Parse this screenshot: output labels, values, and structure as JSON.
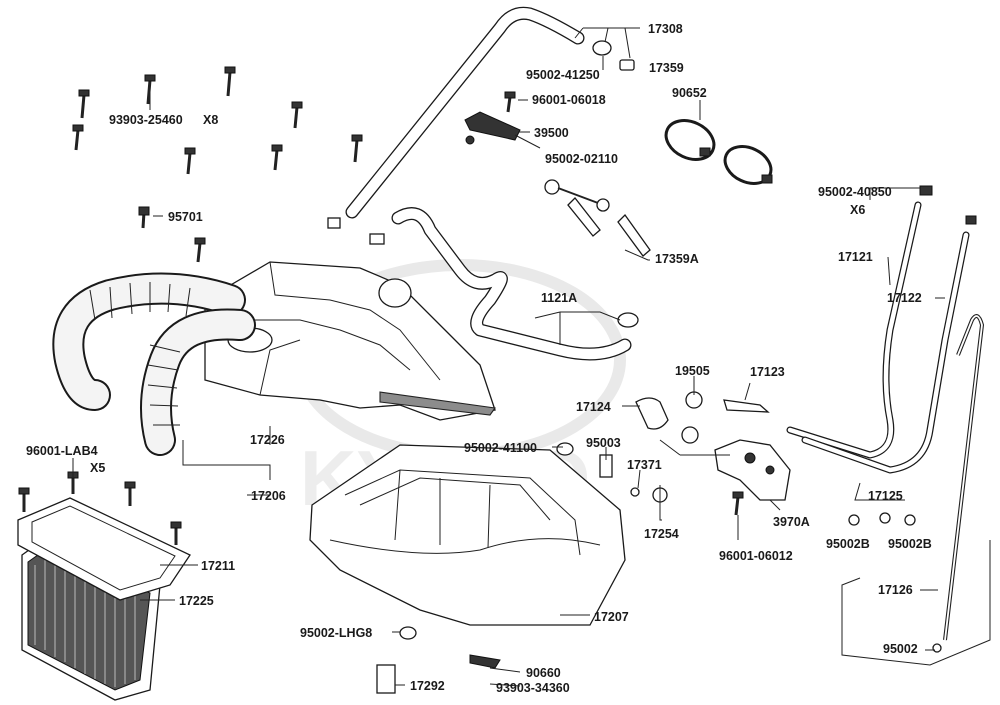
{
  "watermark": "KYMCO",
  "labels": [
    {
      "id": "17308",
      "text": "17308"
    },
    {
      "id": "95002-41250",
      "text": "95002-41250"
    },
    {
      "id": "17359",
      "text": "17359"
    },
    {
      "id": "96001-06018",
      "text": "96001-06018"
    },
    {
      "id": "90652",
      "text": "90652"
    },
    {
      "id": "39500",
      "text": "39500"
    },
    {
      "id": "95002-02110",
      "text": "95002-02110"
    },
    {
      "id": "93903-25460",
      "text": "93903-25460"
    },
    {
      "id": "x8",
      "text": "X8"
    },
    {
      "id": "95002-40850",
      "text": "95002-40850"
    },
    {
      "id": "x6",
      "text": "X6"
    },
    {
      "id": "95701",
      "text": "95701"
    },
    {
      "id": "17359A",
      "text": "17359A"
    },
    {
      "id": "17121",
      "text": "17121"
    },
    {
      "id": "1121A",
      "text": "1121A"
    },
    {
      "id": "17122",
      "text": "17122"
    },
    {
      "id": "19505",
      "text": "19505"
    },
    {
      "id": "17123",
      "text": "17123"
    },
    {
      "id": "17124",
      "text": "17124"
    },
    {
      "id": "17226",
      "text": "17226"
    },
    {
      "id": "96001-LAB4",
      "text": "96001-LAB4"
    },
    {
      "id": "x5",
      "text": "X5"
    },
    {
      "id": "95002-41100",
      "text": "95002-41100"
    },
    {
      "id": "95003",
      "text": "95003"
    },
    {
      "id": "17371",
      "text": "17371"
    },
    {
      "id": "17206",
      "text": "17206"
    },
    {
      "id": "17125",
      "text": "17125"
    },
    {
      "id": "17254",
      "text": "17254"
    },
    {
      "id": "3970A",
      "text": "3970A"
    },
    {
      "id": "95002B-left",
      "text": "95002B"
    },
    {
      "id": "95002B-right",
      "text": "95002B"
    },
    {
      "id": "17211",
      "text": "17211"
    },
    {
      "id": "96001-06012",
      "text": "96001-06012"
    },
    {
      "id": "17225",
      "text": "17225"
    },
    {
      "id": "17126",
      "text": "17126"
    },
    {
      "id": "17207",
      "text": "17207"
    },
    {
      "id": "95002-LHG8",
      "text": "95002-LHG8"
    },
    {
      "id": "95002",
      "text": "95002"
    },
    {
      "id": "90660",
      "text": "90660"
    },
    {
      "id": "17292",
      "text": "17292"
    },
    {
      "id": "93903-34360",
      "text": "93903-34360"
    }
  ]
}
